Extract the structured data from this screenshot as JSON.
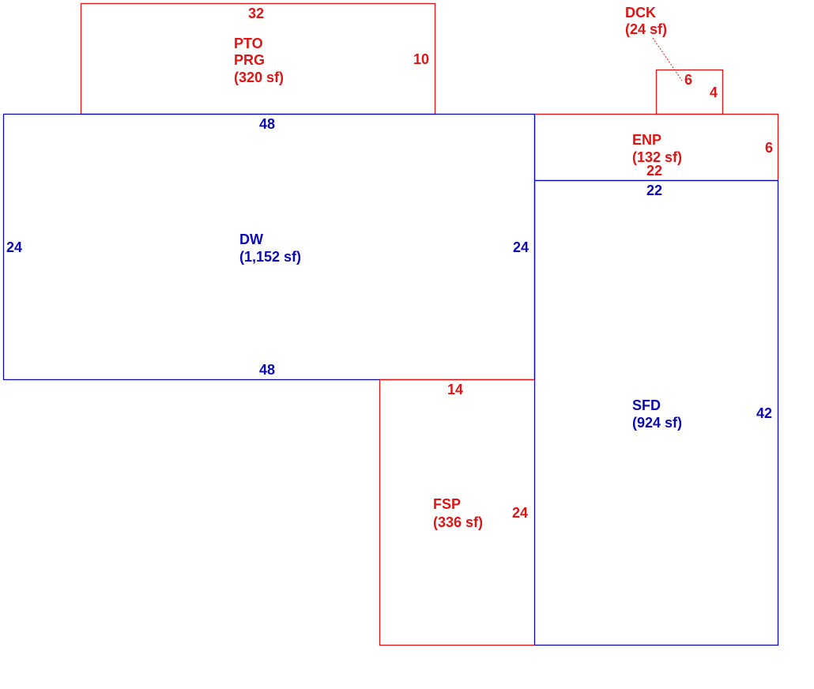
{
  "colors": {
    "red": "#e01414",
    "blue": "#0a0ab8",
    "background": "#ffffff"
  },
  "areas": {
    "pto_prg": {
      "line1": "PTO",
      "line2": "PRG",
      "area": "(320 sf)",
      "dim_top": "32",
      "dim_right": "10"
    },
    "dck": {
      "line1": "DCK",
      "area": "(24 sf)",
      "dim_top": "6",
      "dim_right": "4"
    },
    "enp": {
      "line1": "ENP",
      "area": "(132 sf)",
      "dim_right": "6",
      "dim_bottom": "22"
    },
    "dw": {
      "line1": "DW",
      "area": "(1,152 sf)",
      "dim_top": "48",
      "dim_bottom": "48",
      "dim_left": "24",
      "dim_right": "24"
    },
    "sfd": {
      "line1": "SFD",
      "area": "(924 sf)",
      "dim_top": "22",
      "dim_right": "42"
    },
    "fsp": {
      "line1": "FSP",
      "area": "(336 sf)",
      "dim_top": "14",
      "dim_right": "24"
    }
  }
}
